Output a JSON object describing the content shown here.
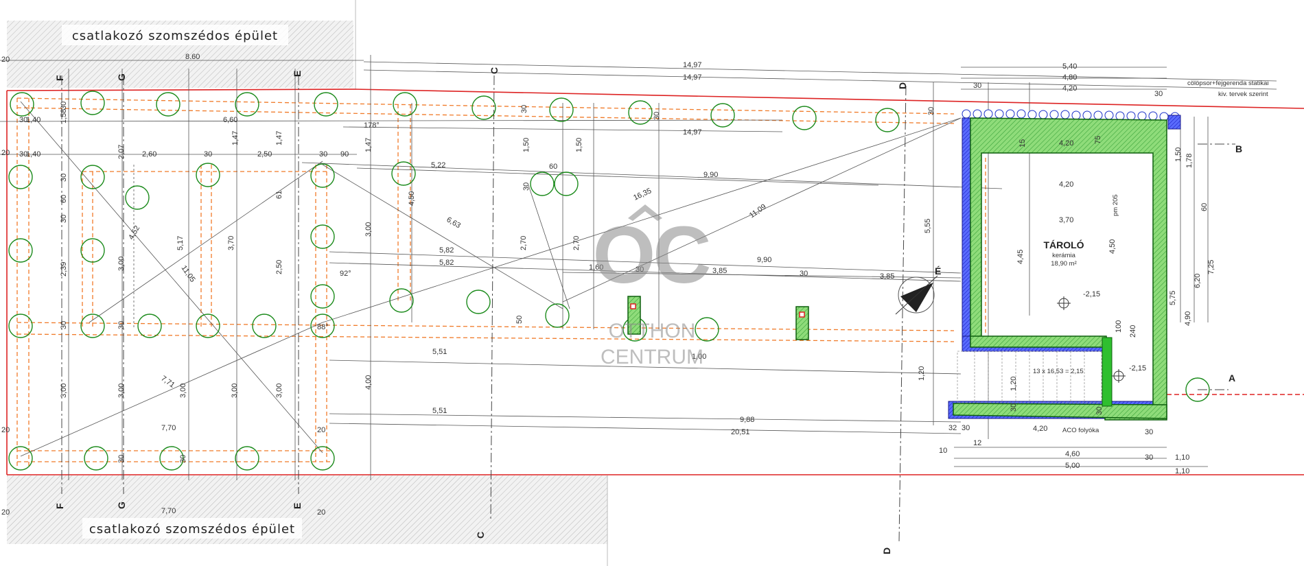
{
  "neighbor_building_top": "csatlakozó szomszédos épület",
  "neighbor_building_bottom": "csatlakozó szomszédos épület",
  "storage_room": {
    "name": "TÁROLÓ",
    "material": "kerámia",
    "area": "18,90 m²",
    "level": "-2,15"
  },
  "stair_level": "-2,15",
  "stair_spec": "13 x 16,53 = 2,15",
  "aco_label": "ACO folyóka",
  "pile_note_line1": "cölöpsor+fejgerenda statikai",
  "pile_note_line2": "kiv. tervek szerint",
  "pm_label": "pm 205",
  "north_label": "É",
  "section_markers": {
    "A": "A",
    "B": "B",
    "C": "C",
    "D": "D",
    "E": "E",
    "F": "F",
    "G": "G"
  },
  "angles": {
    "a178": "178°",
    "a92": "92°",
    "a88": "88°"
  },
  "watermark": {
    "logo": "OC",
    "line1": "OTTHON",
    "line2": "CENTRUM"
  },
  "dims": {
    "d860": "8.60",
    "d1497a": "14,97",
    "d1497b": "14,97",
    "d1497c": "14,97",
    "d540": "5,40",
    "d480": "4,80",
    "d420a": "4,20",
    "d420b": "4,20",
    "d420c": "4,20",
    "d420d": "4,20",
    "d660": "6,60",
    "d140a": "1,40",
    "d140b": "1,40",
    "d158": "1,58",
    "d207": "2,07",
    "d260": "2,60",
    "d250a": "2,50",
    "d147a": "1,47",
    "d147b": "1,47",
    "d147c": "1,47",
    "d522": "5,22",
    "d990a": "9,90",
    "d990b": "9,90",
    "d1635": "16,35",
    "d1109": "11,09",
    "d663": "6,63",
    "d582a": "5,82",
    "d582b": "5,82",
    "d160": "1,60",
    "d385a": "3,85",
    "d385b": "3,85",
    "d551a": "5,51",
    "d551b": "5,51",
    "d988": "9,88",
    "d2051": "20,51",
    "d770a": "7,70",
    "d770b": "7,70",
    "d771": "7,71",
    "d452": "4,52",
    "d517": "5,17",
    "d1105": "11,05",
    "d370a": "3,70",
    "d370b": "3,70",
    "d250b": "2,50",
    "d300a": "3,00",
    "d300b": "3,00",
    "d300c": "3,00",
    "d300d": "3,00",
    "d300e": "3,00",
    "d300f": "3,00",
    "d239": "2,39",
    "d450a": "4,50",
    "d450b": "4,50",
    "d400": "4,00",
    "d270a": "2,70",
    "d270b": "2,70",
    "d150a": "1,50",
    "d150b": "1,50",
    "d555": "5,55",
    "d445": "4,45",
    "d575": "5,75",
    "d490": "4,90",
    "d620": "6,20",
    "d725": "7,25",
    "d460": "4,60",
    "d500": "5,00",
    "d110a": "1,10",
    "d110b": "1,10",
    "d120a": "1,20",
    "d120b": "1,20",
    "d100a": "1,00",
    "d100b": "100",
    "d240": "240",
    "d150c": "1,50",
    "d178": "1,78",
    "d60a": "60",
    "d60b": "60",
    "d90": "90",
    "d30": "30",
    "d20": "20",
    "d10": "10",
    "d12": "12",
    "d32": "32",
    "d75": "75",
    "d15": "15",
    "d61": "61",
    "d50": "50"
  }
}
